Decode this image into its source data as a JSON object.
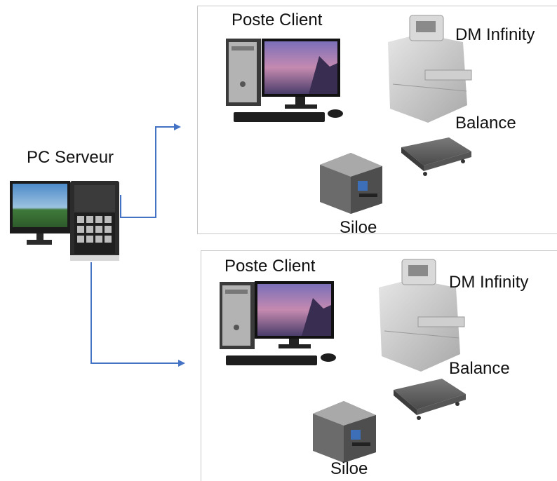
{
  "server": {
    "label": "PC Serveur"
  },
  "clients": [
    {
      "workstation_label": "Poste Client",
      "device_label": "DM Infinity",
      "scale_label": "Balance",
      "printer_label": "Siloe"
    },
    {
      "workstation_label": "Poste Client",
      "device_label": "DM Infinity",
      "scale_label": "Balance",
      "printer_label": "Siloe"
    }
  ],
  "colors": {
    "arrow": "#4472c4",
    "box_border": "#c8c8c8"
  }
}
